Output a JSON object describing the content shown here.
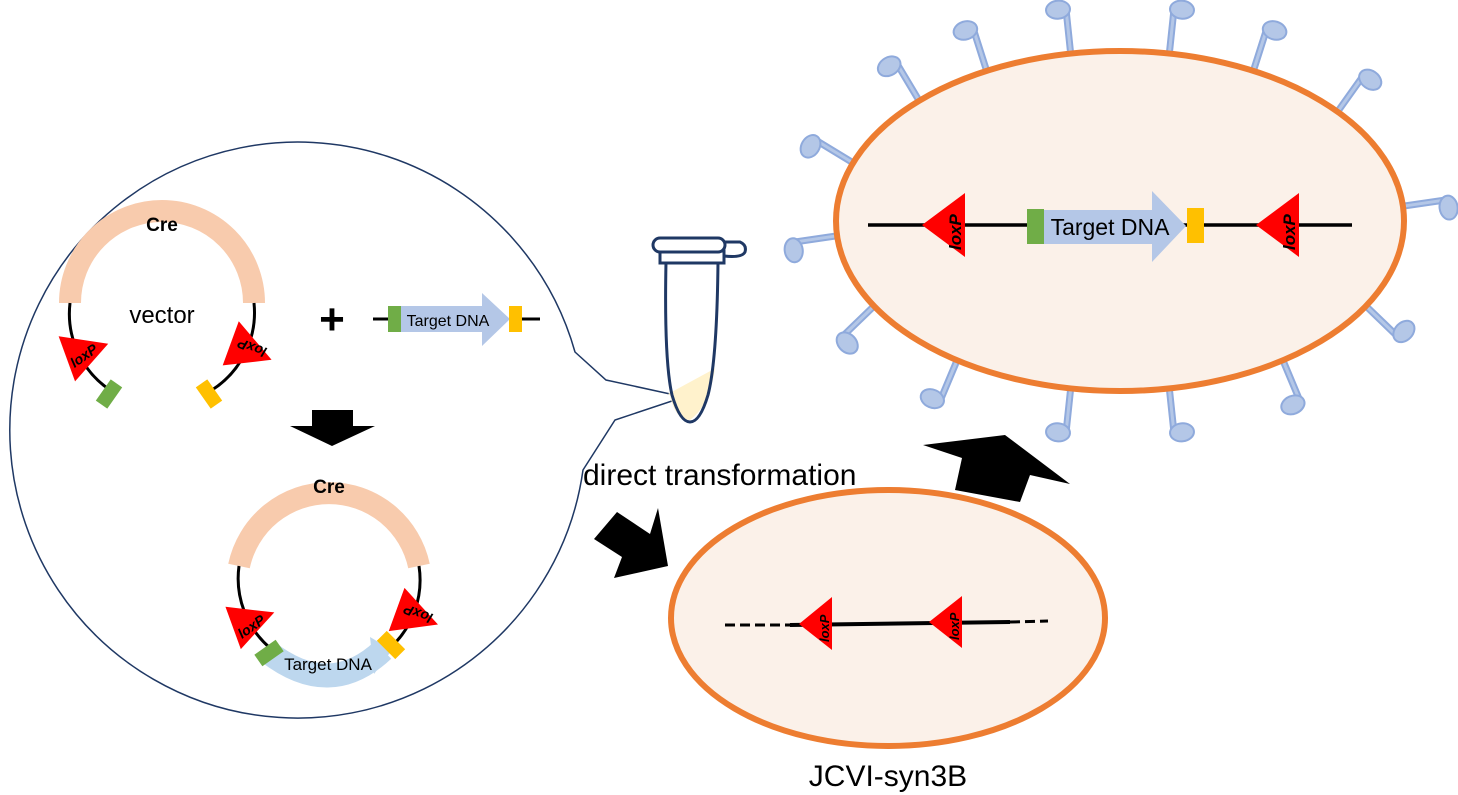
{
  "labels": {
    "cre": "Cre",
    "vector": "vector",
    "plus": "+",
    "target_dna": "Target DNA",
    "loxp": "loxP",
    "direct_transformation": "direct transformation",
    "strain": "JCVI-syn3B"
  },
  "colors": {
    "cre_arc": "#F8CBAD",
    "loxp": "#FF0000",
    "green_marker": "#70AD47",
    "yellow_marker": "#FFC000",
    "target_arrow": "#B4C7E7",
    "target_arc": "#BDD7EE",
    "cell_fill": "#FBF1E9",
    "cell_border": "#ED7D31",
    "callout_line": "#1F3864",
    "tube_outline": "#1F3864",
    "tube_liquid": "#FFF2CC",
    "appendage": "#B4C7E7",
    "appendage_stroke": "#8FAADC"
  },
  "components": {
    "step1": [
      "Cre",
      "vector",
      "loxP",
      "loxP",
      "+",
      "Target DNA"
    ],
    "step2": [
      "Cre",
      "loxP",
      "Target DNA",
      "loxP"
    ],
    "host_before": [
      "loxP",
      "loxP"
    ],
    "host_after": [
      "loxP",
      "Target DNA",
      "loxP"
    ]
  }
}
